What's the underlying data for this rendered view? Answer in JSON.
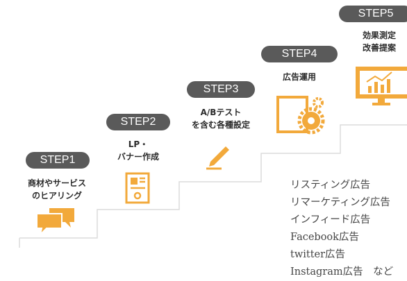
{
  "steps": [
    {
      "label": "STEP1",
      "lines": [
        "商材やサービス",
        "のヒアリング"
      ],
      "icon": "speech-bubbles-icon"
    },
    {
      "label": "STEP2",
      "lines": [
        "LP・",
        "バナー作成"
      ],
      "icon": "document-icon"
    },
    {
      "label": "STEP3",
      "lines": [
        "A/Bテスト",
        "を含む各種設定"
      ],
      "icon": "pen-icon"
    },
    {
      "label": "STEP4",
      "lines": [
        "広告運用"
      ],
      "icon": "gears-icon"
    },
    {
      "label": "STEP5",
      "lines": [
        "効果測定",
        "改善提案"
      ],
      "icon": "monitor-chart-icon"
    }
  ],
  "ad_types": [
    "リスティング広告",
    "リマーケティング広告",
    "インフィード広告",
    "Facebook広告",
    "twitter広告",
    "Instagram広告　など"
  ],
  "colors": {
    "pill": "#5a5a5a",
    "accent": "#f2a93b",
    "stairs": "#dcdcdc",
    "text": "#2b2b2b"
  }
}
